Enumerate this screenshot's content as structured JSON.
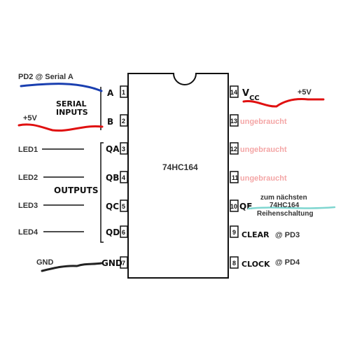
{
  "chip": {
    "name": "74HC164",
    "left_pins": [
      {
        "num": "1",
        "label": "A"
      },
      {
        "num": "2",
        "label": "B"
      },
      {
        "num": "3",
        "label": "QA"
      },
      {
        "num": "4",
        "label": "QB"
      },
      {
        "num": "5",
        "label": "QC"
      },
      {
        "num": "6",
        "label": "QD"
      },
      {
        "num": "7",
        "label": "GND"
      }
    ],
    "right_pins": [
      {
        "num": "14",
        "label": "V",
        "sub": "CC"
      },
      {
        "num": "13",
        "label": ""
      },
      {
        "num": "12",
        "label": ""
      },
      {
        "num": "11",
        "label": ""
      },
      {
        "num": "10",
        "label": "QE"
      },
      {
        "num": "9",
        "label": "CLEAR"
      },
      {
        "num": "8",
        "label": "CLOCK"
      }
    ]
  },
  "annotations": {
    "serial_inputs": [
      "SERIAL",
      "INPUTS"
    ],
    "outputs": "OUTPUTS",
    "pd2_serial": "PD2 @ Serial A",
    "plus5v_left": "+5V",
    "plus5v_right": "+5V",
    "led1": "LED1",
    "led2": "LED2",
    "led3": "LED3",
    "led4": "LED4",
    "gnd": "GND",
    "unused_13": "ungebraucht",
    "unused_12": "ungebraucht",
    "unused_11": "ungebraucht",
    "next_chip": [
      "zum nächsten",
      "74HC164",
      "Reihenschaltung"
    ],
    "pd3": "@ PD3",
    "pd4": "@ PD4"
  },
  "colors": {
    "serial_wire": "#1a3fb0",
    "power_wire": "#e01010",
    "gnd_wire": "#222222",
    "cascade_wire": "#7fd6d0",
    "unused_text": "#f4a6a6"
  }
}
